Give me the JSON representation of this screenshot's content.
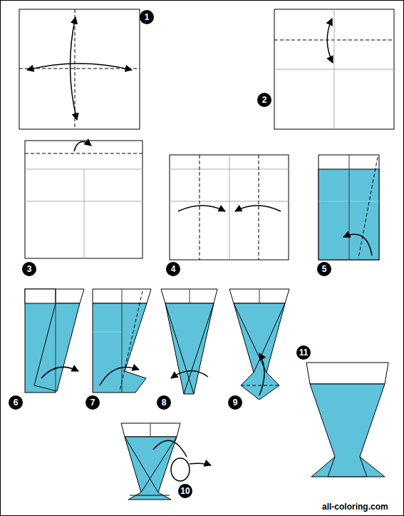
{
  "diagram": {
    "labels": [
      "1",
      "2",
      "3",
      "4",
      "5",
      "6",
      "7",
      "8",
      "9",
      "10",
      "11",
      "all-coloring.com"
    ]
  }
}
